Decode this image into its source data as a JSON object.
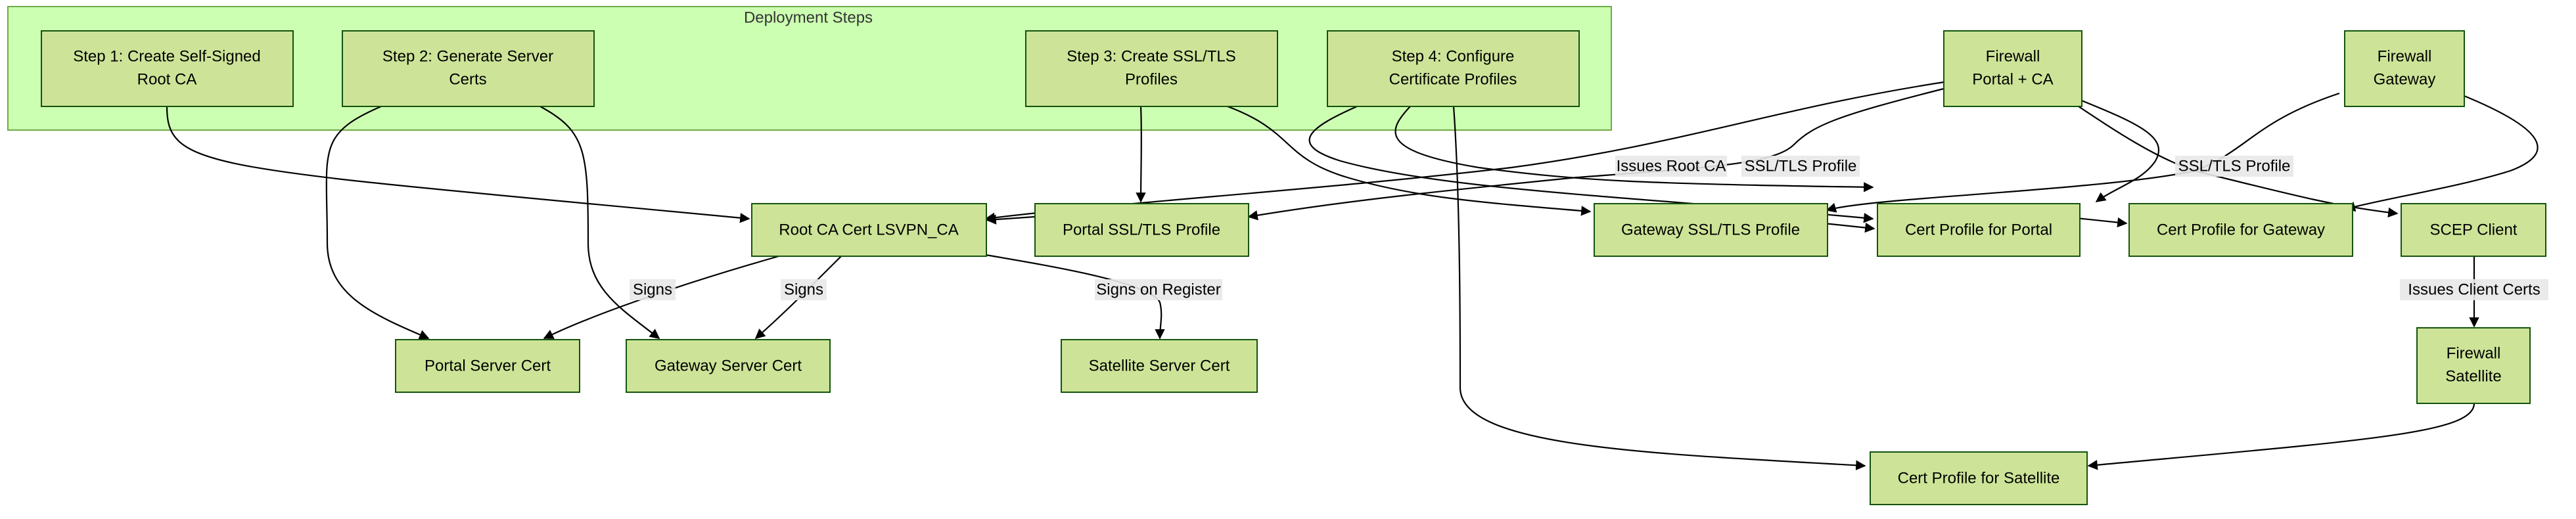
{
  "diagram": {
    "cluster": {
      "label": "Deployment Steps"
    },
    "nodes": {
      "step1": {
        "lines": [
          "Step 1: Create Self-Signed",
          "Root CA"
        ]
      },
      "step2": {
        "lines": [
          "Step 2: Generate Server",
          "Certs"
        ]
      },
      "step3": {
        "lines": [
          "Step 3: Create SSL/TLS",
          "Profiles"
        ]
      },
      "step4": {
        "lines": [
          "Step 4: Configure",
          "Certificate Profiles"
        ]
      },
      "fwPortal": {
        "lines": [
          "Firewall",
          "Portal + CA"
        ]
      },
      "fwGateway": {
        "lines": [
          "Firewall",
          "Gateway"
        ]
      },
      "rootCA": {
        "lines": [
          "Root CA Cert LSVPN_CA"
        ]
      },
      "portalSSL": {
        "lines": [
          "Portal SSL/TLS Profile"
        ]
      },
      "gatewaySSL": {
        "lines": [
          "Gateway SSL/TLS Profile"
        ]
      },
      "cpPortal": {
        "lines": [
          "Cert Profile for Portal"
        ]
      },
      "cpGateway": {
        "lines": [
          "Cert Profile for Gateway"
        ]
      },
      "scep": {
        "lines": [
          "SCEP Client"
        ]
      },
      "portalCert": {
        "lines": [
          "Portal Server Cert"
        ]
      },
      "gatewayCert": {
        "lines": [
          "Gateway Server Cert"
        ]
      },
      "satCert": {
        "lines": [
          "Satellite Server Cert"
        ]
      },
      "fwSatellite": {
        "lines": [
          "Firewall",
          "Satellite"
        ]
      },
      "cpSatellite": {
        "lines": [
          "Cert Profile for Satellite"
        ]
      }
    },
    "edge_labels": {
      "signs_portal": "Signs",
      "signs_gateway": "Signs",
      "signs_register": "Signs on Register",
      "issues_root": "Issues Root CA",
      "ssl_portal": "SSL/TLS Profile",
      "ssl_gateway": "SSL/TLS Profile",
      "issues_client": "Issues Client Certs"
    },
    "colors": {
      "node_fill": "#cde498",
      "node_stroke": "#13540c",
      "cluster_fill": "#cdffb2",
      "cluster_stroke": "#6eaa49",
      "edge": "#000000",
      "label_bg": "#e8e8e8"
    }
  }
}
